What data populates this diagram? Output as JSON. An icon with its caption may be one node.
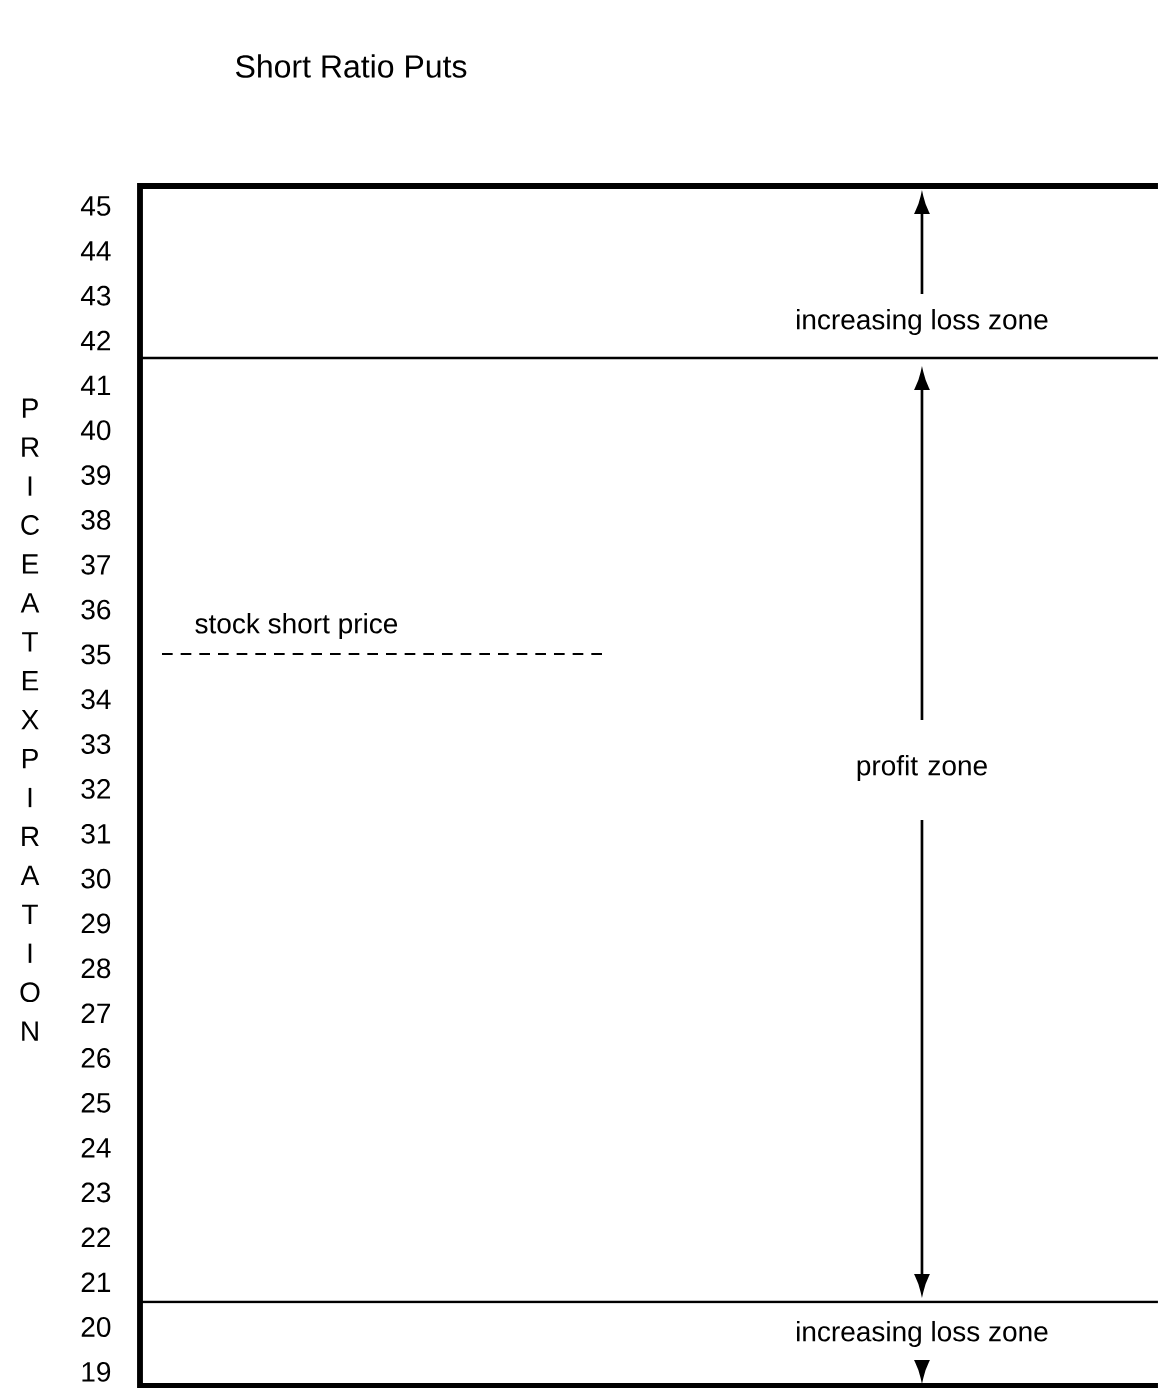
{
  "diagram": {
    "title": "Short Ratio Puts",
    "nodes": [
      {
        "text": [
          "increasing loss zone"
        ]
      },
      {
        "text": [
          "profit zone"
        ]
      },
      {
        "text": [
          "increasing loss zone"
        ]
      }
    ],
    "labels": [
      "PRICE AT EXPIRATION",
      "stock short price",
      "45",
      "44",
      "43",
      "42",
      "41",
      "40",
      "39",
      "38",
      "37",
      "36",
      "35",
      "34",
      "33",
      "32",
      "31",
      "30",
      "29",
      "28",
      "27",
      "26",
      "25",
      "24",
      "23",
      "22",
      "21",
      "20",
      "19"
    ]
  }
}
